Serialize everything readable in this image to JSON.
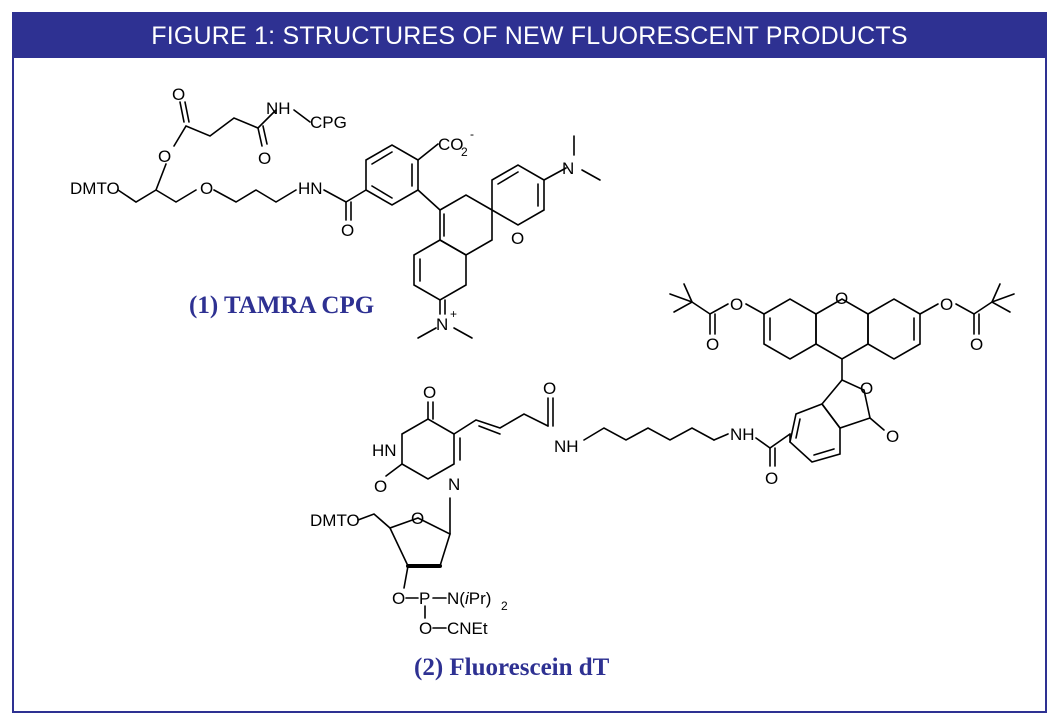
{
  "figure": {
    "title": "FIGURE 1: STRUCTURES OF NEW FLUORESCENT PRODUCTS",
    "accent_color": "#2e3192"
  },
  "compounds": [
    {
      "caption": "(1) TAMRA CPG",
      "atom_labels": {
        "dmto": "DMTO",
        "o_ester": "O",
        "o_carbonyl": "O",
        "nh": "NH",
        "cpg": "CPG",
        "o_amide": "O",
        "o_ether": "O",
        "hn": "HN",
        "o_benzamide": "O",
        "co2": "CO",
        "co2_sub": "2",
        "co2_charge": "-",
        "n_dimethyl": "N",
        "o_xanthene": "O",
        "n_plus": "N",
        "plus": "+"
      }
    },
    {
      "caption": "(2) Fluorescein dT",
      "atom_labels": {
        "o_uracil_4": "O",
        "hn_uracil": "HN",
        "o_uracil_2": "O",
        "n_uracil": "N",
        "o_acryl": "O",
        "nh_acryl": "NH",
        "nh_hexyl": "NH",
        "o_amide": "O",
        "dmto": "DMTO",
        "o_ring": "O",
        "o_3p": "O",
        "p": "P",
        "n_ipr_prefix": "N(",
        "n_ipr_i": "i",
        "n_ipr_pr": "Pr)",
        "n_ipr_sub": "2",
        "o_cnet": "O",
        "cnet": "CNEt",
        "o_piv_left": "O",
        "o_piv_left_co": "O",
        "o_piv_right": "O",
        "o_piv_right_co": "O",
        "o_xanthene": "O",
        "o_lactone": "O",
        "o_lactone_co": "O"
      }
    }
  ]
}
